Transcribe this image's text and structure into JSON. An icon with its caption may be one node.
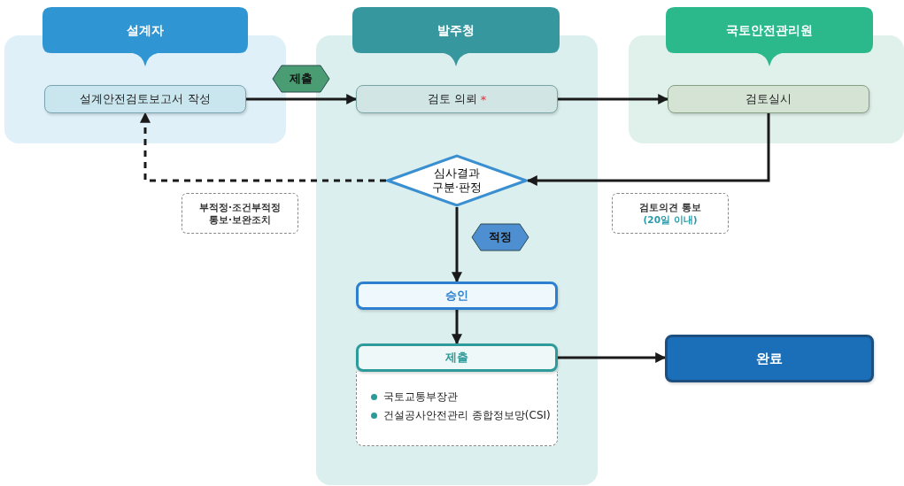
{
  "diagram": {
    "nodes": [
      {
        "text": [
          "설계자"
        ]
      },
      {
        "text": [
          "설계안전검토보고서 작성"
        ],
        "in": 0
      },
      {
        "text": [
          "발주청"
        ]
      },
      {
        "text": [
          "검토 의뢰",
          "*"
        ],
        "in": 2
      },
      {
        "text": [
          "국토안전관리원"
        ]
      },
      {
        "text": [
          "검토실시"
        ],
        "in": 4
      },
      {
        "text": [
          "심사결과 구분·판정"
        ],
        "in": 2
      },
      {
        "text": [
          "승인"
        ],
        "in": 2
      },
      {
        "text": [
          "제출"
        ],
        "in": 2
      },
      {
        "text": [
          "국토교통부장관",
          "건설공사안전관리 종합정보망(CSI)"
        ],
        "in": 2
      },
      {
        "text": [
          "완료"
        ]
      }
    ],
    "edges": [
      {
        "from": 1,
        "to": 3,
        "arrow": "to",
        "label": "제출"
      },
      {
        "from": 3,
        "to": 5,
        "arrow": "to"
      },
      {
        "from": 5,
        "to": 6,
        "arrow": "to"
      },
      {
        "from": 6,
        "to": 1,
        "arrow": "to",
        "style": "dashed"
      },
      {
        "from": 6,
        "to": 7,
        "arrow": "to",
        "label": "적정"
      },
      {
        "from": 7,
        "to": 8,
        "arrow": "to"
      },
      {
        "from": 8,
        "to": 10,
        "arrow": "to"
      }
    ],
    "labels": [
      "부적정·조건부적정 통보·보완조치",
      "검토의견 통보",
      "(20일 이내)"
    ]
  }
}
